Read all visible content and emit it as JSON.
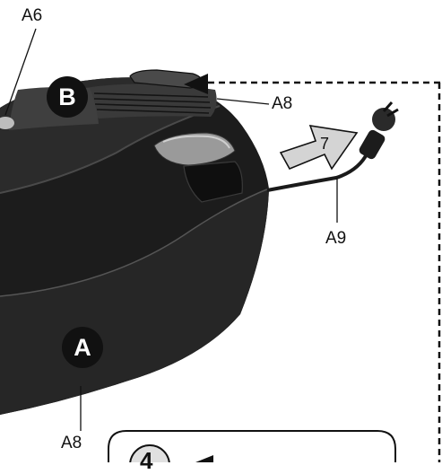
{
  "callouts": {
    "a6": "A6",
    "a8_top": "A8",
    "a8_bottom": "A8",
    "a9": "A9"
  },
  "badges": {
    "a": "A",
    "b": "B"
  },
  "arrow_step": "7",
  "next_step_number": "4",
  "colors": {
    "body": "#1c1c1c",
    "highlight": "#4a4a4a",
    "arrow_fill": "#d4d4d4",
    "dash": "#111111"
  }
}
